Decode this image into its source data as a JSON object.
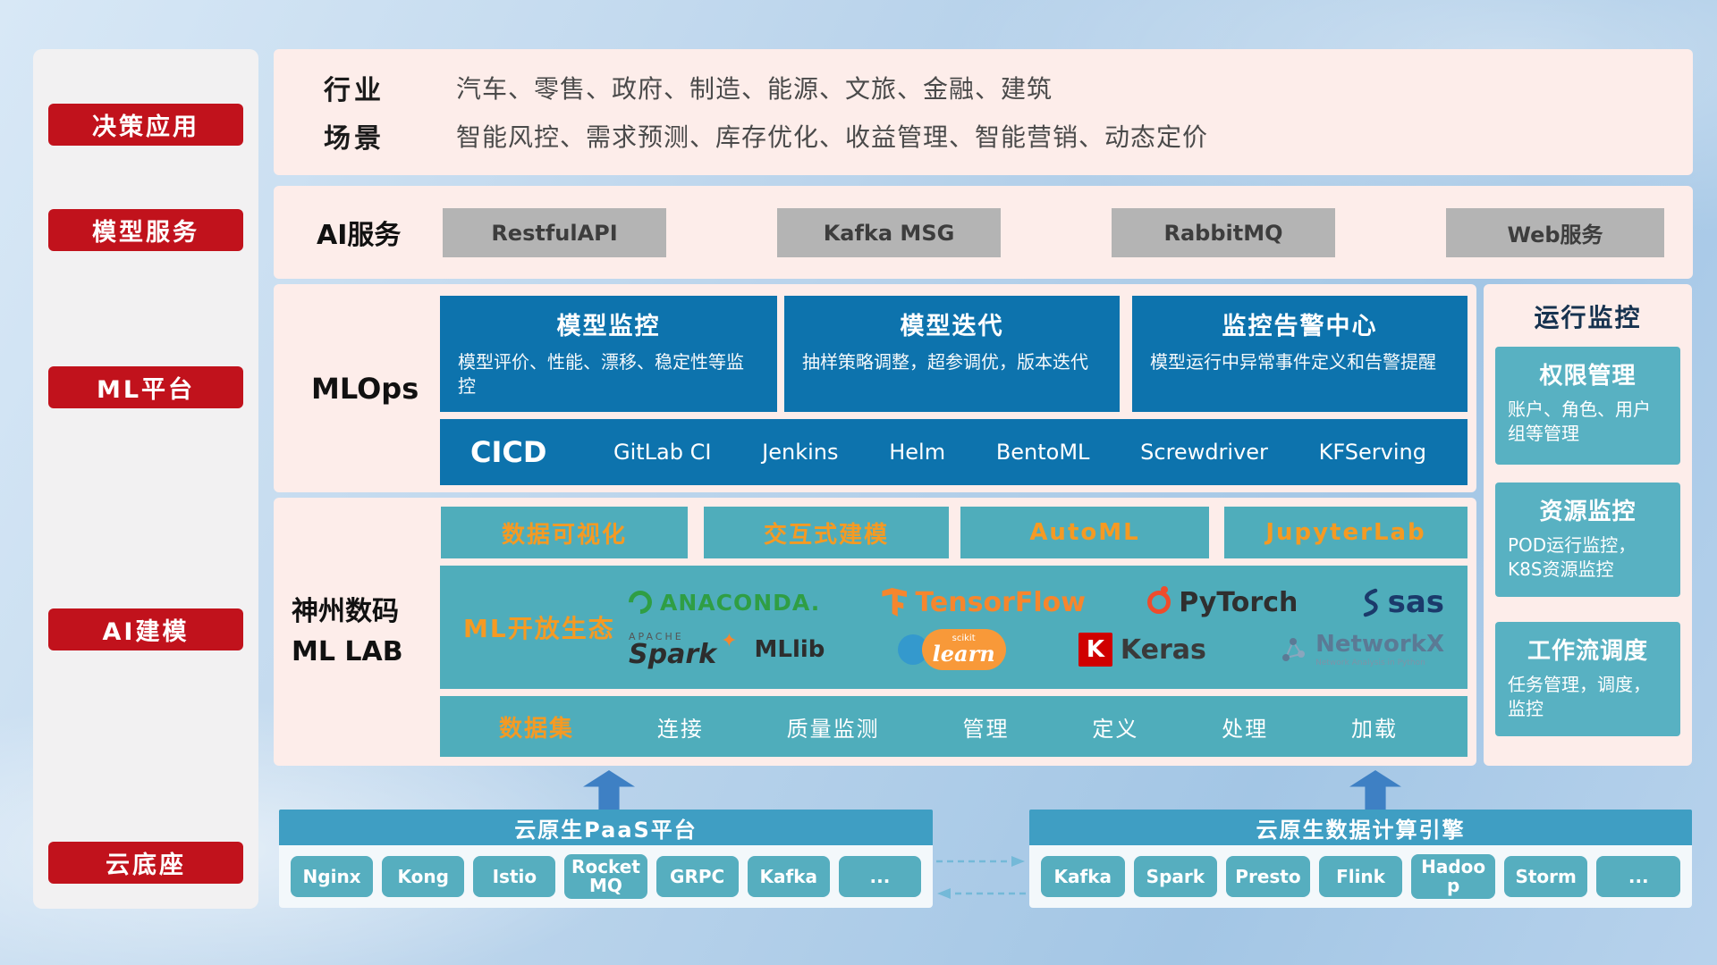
{
  "colors": {
    "red": "#c1121c",
    "panel_pink": "#fdedea",
    "blue": "#0d73ad",
    "teal": "#4fadbb",
    "teal_light": "#58b1c2",
    "orange": "#f59a23",
    "bar_teal": "#3f9ec3",
    "gray_button": "#b4b4b4",
    "arrow_blue": "#3e80c4"
  },
  "sidebar": {
    "items": [
      {
        "label": "决策应用"
      },
      {
        "label": "模型服务"
      },
      {
        "label": "ML平台"
      },
      {
        "label": "AI建模"
      },
      {
        "label": "云底座"
      }
    ]
  },
  "industry": {
    "row1_label": "行业",
    "row1_value": "汽车、零售、政府、制造、能源、文旅、金融、建筑",
    "row2_label": "场景",
    "row2_value": "智能风控、需求预测、库存优化、收益管理、智能营销、动态定价"
  },
  "ai_services": {
    "label": "AI服务",
    "buttons": [
      {
        "label": "RestfulAPI"
      },
      {
        "label": "Kafka MSG"
      },
      {
        "label": "RabbitMQ"
      },
      {
        "label": "Web服务"
      }
    ]
  },
  "mlops": {
    "label": "MLOps",
    "cards": [
      {
        "title": "模型监控",
        "desc": "模型评价、性能、漂移、稳定性等监控"
      },
      {
        "title": "模型迭代",
        "desc": "抽样策略调整，超参调优，版本迭代"
      },
      {
        "title": "监控告警中心",
        "desc": "模型运行中异常事件定义和告警提醒"
      }
    ],
    "cicd_label": "CICD",
    "cicd_items": [
      {
        "label": "GitLab CI"
      },
      {
        "label": "Jenkins"
      },
      {
        "label": "Helm"
      },
      {
        "label": "BentoML"
      },
      {
        "label": "Screwdriver"
      },
      {
        "label": "KFServing"
      }
    ]
  },
  "monitoring": {
    "title": "运行监控",
    "cards": [
      {
        "title": "权限管理",
        "desc": "账户、角色、用户组等管理"
      },
      {
        "title": "资源监控",
        "desc": "POD运行监控，K8S资源监控"
      },
      {
        "title": "工作流调度",
        "desc": "任务管理，调度，监控"
      }
    ]
  },
  "mllab": {
    "label_line1": "神州数码",
    "label_line2": "ML LAB",
    "tools": [
      {
        "label": "数据可视化"
      },
      {
        "label": "交互式建模"
      },
      {
        "label": "AutoML"
      },
      {
        "label": "JupyterLab"
      }
    ],
    "ecosystem": {
      "label": "ML开放生态",
      "anaconda": "ANACONDA.",
      "tensorflow": "TensorFlow",
      "pytorch": "PyTorch",
      "sas": "sas",
      "spark_apache": "APACHE",
      "spark": "Spark",
      "mllib": "MLlib",
      "sklearn_top": "scikit",
      "sklearn": "learn",
      "keras_letter": "K",
      "keras": "Keras",
      "networkx": "NetworkX",
      "networkx_sub": "Network Analysis in Python"
    },
    "dataset": {
      "label": "数据集",
      "items": [
        {
          "label": "连接"
        },
        {
          "label": "质量监测"
        },
        {
          "label": "管理"
        },
        {
          "label": "定义"
        },
        {
          "label": "处理"
        },
        {
          "label": "加载"
        }
      ]
    }
  },
  "cloud": {
    "paas_title": "云原生PaaS平台",
    "paas_items": [
      {
        "label": "Nginx"
      },
      {
        "label": "Kong"
      },
      {
        "label": "Istio"
      },
      {
        "label": "RocketMQ"
      },
      {
        "label": "GRPC"
      },
      {
        "label": "Kafka"
      },
      {
        "label": "..."
      }
    ],
    "engine_title": "云原生数据计算引擎",
    "engine_items": [
      {
        "label": "Kafka"
      },
      {
        "label": "Spark"
      },
      {
        "label": "Presto"
      },
      {
        "label": "Flink"
      },
      {
        "label": "Hadoop"
      },
      {
        "label": "Storm"
      },
      {
        "label": "..."
      }
    ]
  }
}
